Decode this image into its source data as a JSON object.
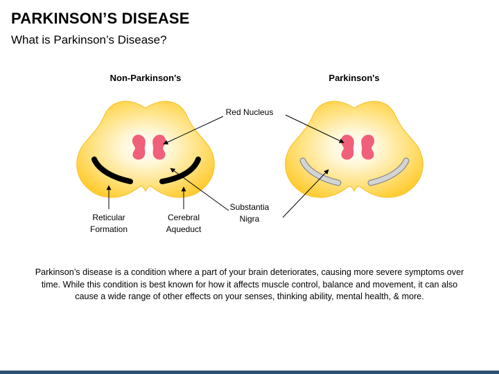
{
  "header": {
    "title": "PARKINSON’S DISEASE",
    "subtitle": "What is Parkinson’s Disease?"
  },
  "diagram": {
    "left_heading": "Non-Parkinson's",
    "right_heading": "Parkinson's",
    "labels": {
      "red_nucleus": "Red Nucleus",
      "substantia_line1": "Substantia",
      "substantia_line2": "Nigra",
      "reticular_line1": "Reticular",
      "reticular_line2": "Formation",
      "cerebral_line1": "Cerebral",
      "cerebral_line2": "Aqueduct"
    }
  },
  "description": "Parkinson’s disease is a condition where a part of your brain deteriorates, causing more severe symptoms over time. While this condition is best known for how it affects muscle control, balance and movement, it can also cause a wide range of other effects on your senses, thinking ability, mental health, & more.",
  "colors": {
    "brain_outer": "#FFD24A",
    "brain_center": "#FFFFFF",
    "red_nucleus": "#F0607A",
    "substantia_healthy": "#000000",
    "substantia_degenerated": "#CCCCCC",
    "footer": "#2F4F6F"
  }
}
